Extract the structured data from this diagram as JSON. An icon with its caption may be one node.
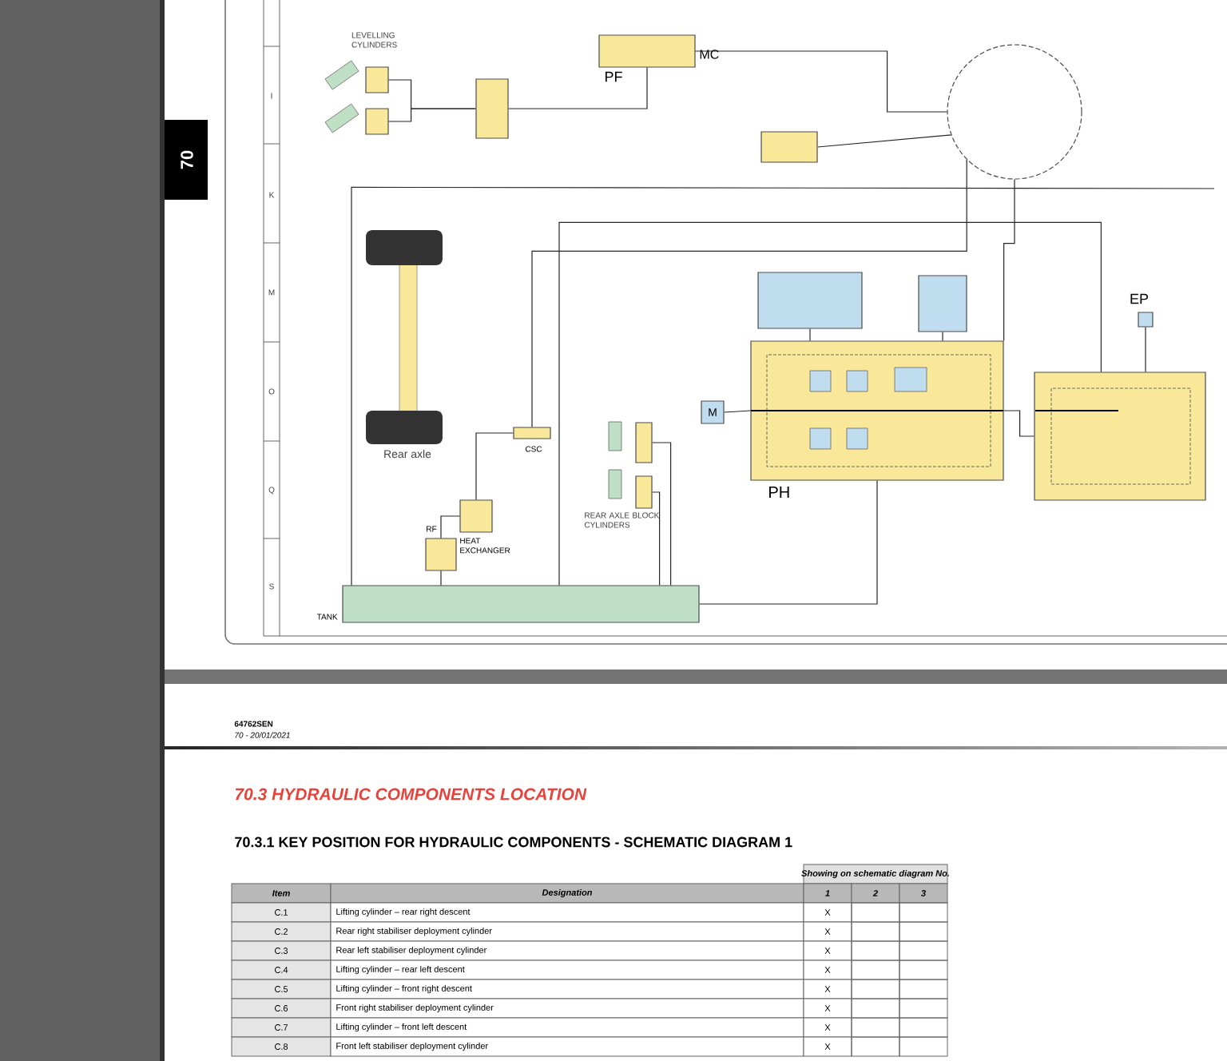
{
  "diagram": {
    "title": "70.3 HYDRAULIC COMPONENTS LOCATION",
    "nodes": [
      {
        "text": [
          "MC"
        ],
        "beside": [
          "PF"
        ]
      },
      {
        "text": [],
        "shape": "box"
      },
      {
        "text": [],
        "shape": "box"
      },
      {
        "text": [],
        "shape": "box"
      },
      {
        "text": [],
        "shape": "circle"
      },
      {
        "text": [],
        "shape": "box"
      },
      {
        "text": [
          "CSC"
        ]
      },
      {
        "text": [
          "HEAT EXCHANGER"
        ]
      },
      {
        "text": [
          "RF"
        ]
      },
      {
        "text": [
          "TANK"
        ]
      },
      {
        "text": [
          "PH"
        ]
      },
      {
        "text": [
          "M"
        ]
      },
      {
        "text": [],
        "shape": "box"
      },
      {
        "text": [
          "EP"
        ]
      },
      {
        "text": [],
        "shape": "box"
      },
      {
        "text": [],
        "shape": "box"
      },
      {
        "text": [],
        "shape": "box"
      },
      {
        "text": [],
        "shape": "box"
      }
    ],
    "edges": [
      {
        "from": 2,
        "to": 1,
        "arrow": "none"
      },
      {
        "from": 3,
        "to": 1,
        "arrow": "none"
      },
      {
        "from": 1,
        "to": 0,
        "arrow": "none"
      },
      {
        "from": 0,
        "to": 4,
        "arrow": "none"
      },
      {
        "from": 5,
        "to": 4,
        "arrow": "none"
      },
      {
        "from": 4,
        "to": 10,
        "arrow": "none"
      },
      {
        "from": 11,
        "to": 10,
        "arrow": "none"
      },
      {
        "from": 10,
        "to": 12,
        "arrow": "none"
      },
      {
        "from": 7,
        "to": 6,
        "arrow": "none"
      },
      {
        "from": 8,
        "to": 9,
        "arrow": "none"
      },
      {
        "from": 7,
        "to": 8,
        "arrow": "none"
      },
      {
        "from": 14,
        "to": 9,
        "arrow": "none"
      },
      {
        "from": 15,
        "to": 9,
        "arrow": "none"
      },
      {
        "from": 10,
        "to": 9,
        "arrow": "none"
      },
      {
        "from": 13,
        "to": 12,
        "arrow": "none"
      },
      {
        "from": 6,
        "to": 4,
        "arrow": "none"
      },
      {
        "from": 16,
        "to": 10,
        "arrow": "none"
      },
      {
        "from": 17,
        "to": 10,
        "arrow": "none"
      },
      {
        "from": 9,
        "to": 12,
        "arrow": "none"
      },
      {
        "from": 9,
        "to": null,
        "arrow": "none"
      }
    ],
    "labels": [
      "70",
      "LEVELLING CYLINDERS",
      "I",
      "K",
      "M",
      "O",
      "Q",
      "S",
      "Rear axle",
      "REAR AXLE BLOCK CYLINDERS",
      "64762SEN",
      "70 - 20/01/2021",
      "70.3.1 KEY POSITION FOR HYDRAULIC COMPONENTS - SCHEMATIC DIAGRAM 1",
      "Showing on schematic diagram No.",
      "Item",
      "Designation",
      "1",
      "2",
      "3",
      "C.1",
      "Lifting cylinder – rear right descent",
      "X",
      "C.2",
      "Rear right stabiliser deployment cylinder",
      "X",
      "C.3",
      "Rear left stabiliser deployment cylinder",
      "X",
      "C.4",
      "Lifting cylinder – rear left descent",
      "X",
      "C.5",
      "Lifting cylinder – front right descent",
      "X",
      "C.6",
      "Front right stabiliser deployment cylinder",
      "X",
      "C.7",
      "Lifting cylinder – front left descent",
      "X",
      "C.8",
      "Front left stabiliser deployment cylinder",
      "X"
    ]
  }
}
